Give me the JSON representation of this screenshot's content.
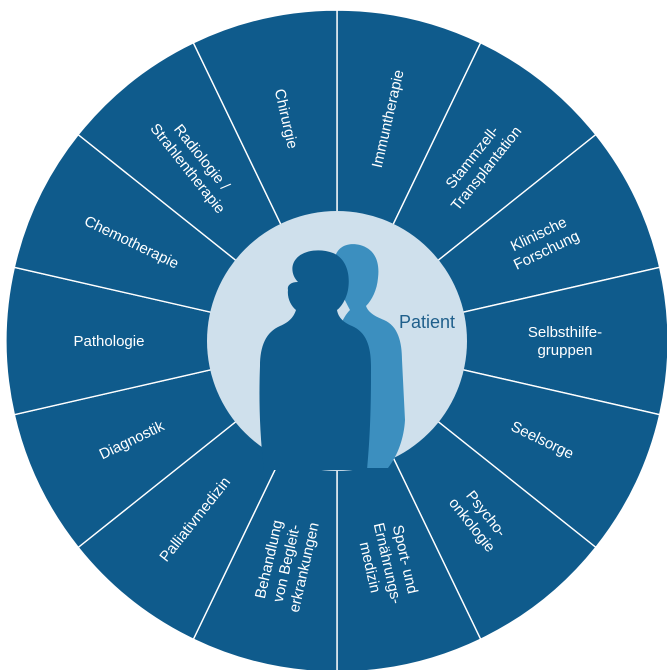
{
  "colors": {
    "segment": "#0f5b8c",
    "divider": "#ffffff",
    "center_fill": "#cfe0ec",
    "front_silhouette": "#0f5b8c",
    "back_silhouette": "#3c8fbf",
    "center_text": "#1f5f8b"
  },
  "center": {
    "label": "Patient",
    "icon": "two-person-silhouette-icon"
  },
  "segments": [
    {
      "lines": [
        "Immuntherapie"
      ]
    },
    {
      "lines": [
        "Stammzell-",
        "Transplantation"
      ]
    },
    {
      "lines": [
        "Klinische",
        "Forschung"
      ]
    },
    {
      "lines": [
        "Selbsthilfe-",
        "gruppen"
      ]
    },
    {
      "lines": [
        "Seelsorge"
      ]
    },
    {
      "lines": [
        "Psycho-",
        "onkologie"
      ]
    },
    {
      "lines": [
        "Sport- und",
        "Ernährungs-",
        "medizin"
      ]
    },
    {
      "lines": [
        "Behandlung",
        "von Begleit-",
        "erkrankungen"
      ]
    },
    {
      "lines": [
        "Palliativmedizin"
      ]
    },
    {
      "lines": [
        "Diagnostik"
      ]
    },
    {
      "lines": [
        "Pathologie"
      ]
    },
    {
      "lines": [
        "Chemotherapie"
      ]
    },
    {
      "lines": [
        "Radiologie /",
        "Strahlentherapie"
      ]
    },
    {
      "lines": [
        "Chirurgie"
      ]
    }
  ]
}
